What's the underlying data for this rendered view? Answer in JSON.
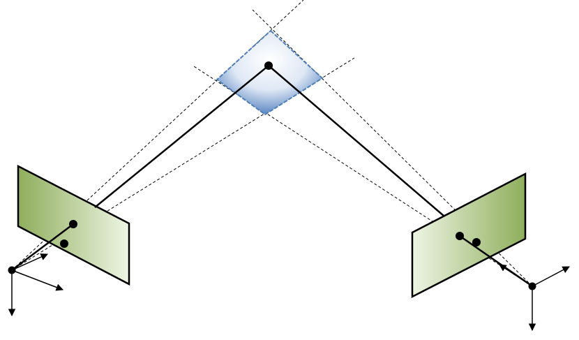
{
  "diagram": {
    "type": "stereo-camera-geometry",
    "elements": [
      "left-camera",
      "right-camera",
      "left-image-plane",
      "right-image-plane",
      "target-patch",
      "world-point"
    ],
    "colors": {
      "image_plane_dark": "#8fae5c",
      "image_plane_light": "#eef5e4",
      "patch_edge": "#4f7fb8",
      "patch_dark": "#5b86c2",
      "patch_light": "#ffffff",
      "line": "#000000",
      "background": "#ffffff"
    },
    "icons": {
      "point": "filled-circle",
      "axis": "arrow",
      "ray": "solid-line",
      "frustum": "dashed-line"
    }
  }
}
